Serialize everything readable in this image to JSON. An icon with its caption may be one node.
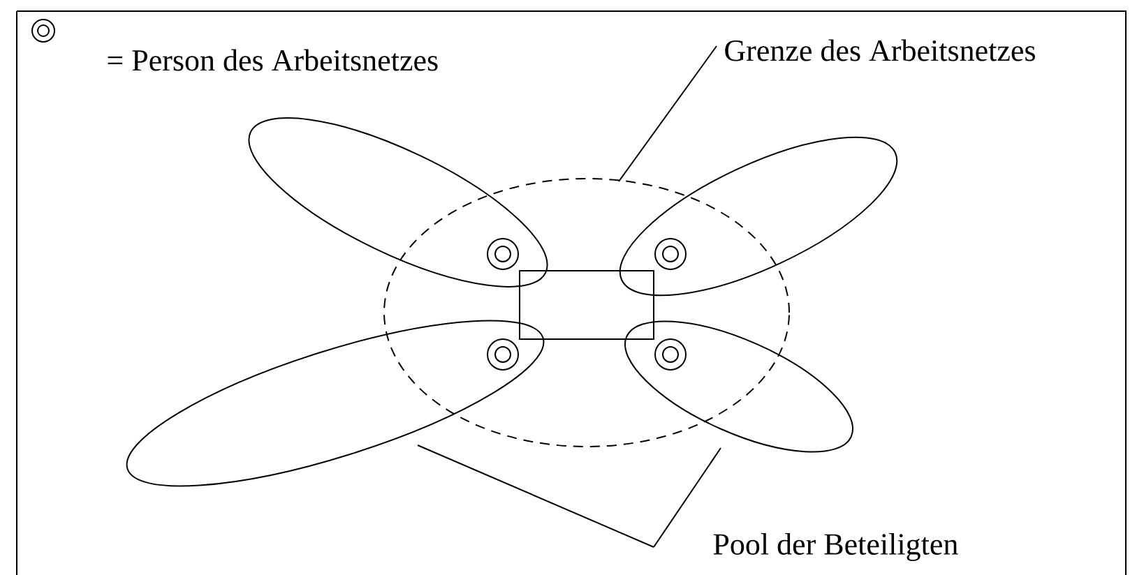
{
  "diagram": {
    "nodes": [
      {
        "text": [
          "Grenze des Arbeitsnetzes"
        ]
      },
      {
        "text": [],
        "shape": "ellipse"
      },
      {
        "text": [
          "Pool der Beteiligten"
        ]
      },
      {
        "text": [],
        "shape": "ellipse"
      },
      {
        "text": [],
        "shape": "ellipse"
      },
      {
        "text": [],
        "shape": "ellipse"
      },
      {
        "text": [],
        "shape": "ellipse"
      },
      {
        "text": [],
        "shape": "circle"
      },
      {
        "text": [],
        "shape": "circle"
      },
      {
        "text": [],
        "shape": "circle"
      },
      {
        "text": [],
        "shape": "circle"
      },
      {
        "text": [],
        "shape": "box",
        "in": 1
      }
    ],
    "edges": [
      {
        "from": 0,
        "to": 1,
        "arrow": "none"
      },
      {
        "from": 2,
        "to": 5,
        "arrow": "none"
      },
      {
        "from": 2,
        "to": 6,
        "arrow": "none"
      }
    ],
    "legend": [
      {
        "text": "= Person des Arbeitsnetzes"
      }
    ]
  }
}
